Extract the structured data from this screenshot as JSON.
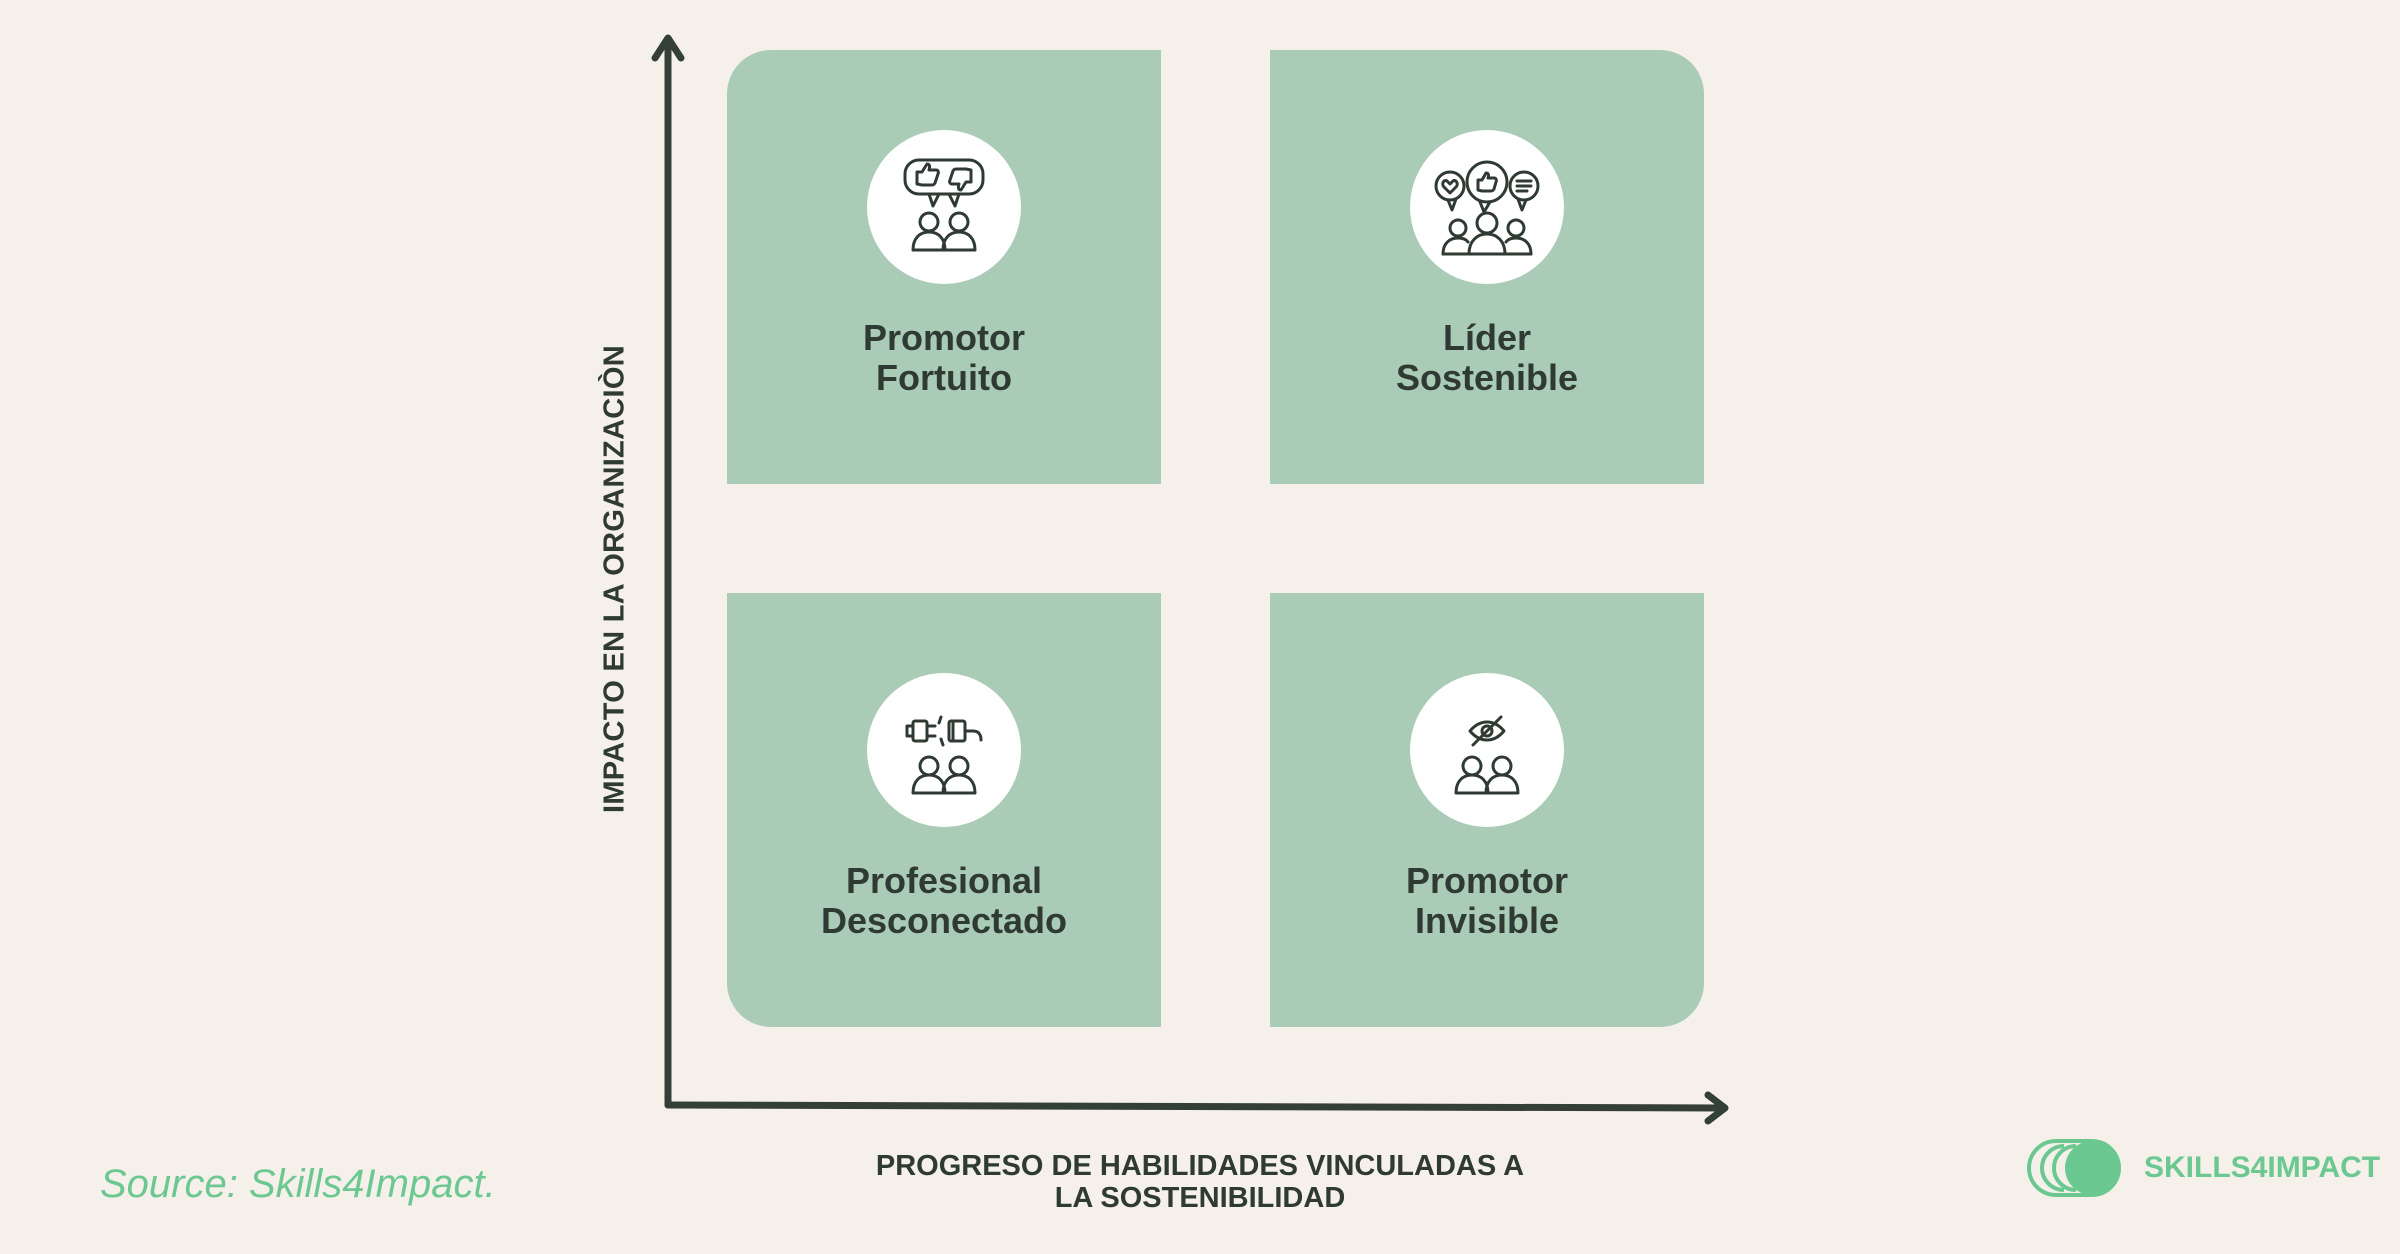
{
  "quadrants": {
    "top_left": {
      "line1": "Promotor",
      "line2": "Fortuito",
      "icon": "thumbs-up-down-people-icon"
    },
    "top_right": {
      "line1": "Líder",
      "line2": "Sostenible",
      "icon": "group-feedback-icon"
    },
    "bottom_left": {
      "line1": "Profesional",
      "line2": "Desconectado",
      "icon": "unplugged-people-icon"
    },
    "bottom_right": {
      "line1": "Promotor",
      "line2": "Invisible",
      "icon": "hidden-eye-people-icon"
    }
  },
  "axes": {
    "y_label": "IMPACTO  EN LA ORGANIZACIÒN",
    "x_label_line1": "PROGRESO DE HABILIDADES VINCULADAS A",
    "x_label_line2": "LA SOSTENIBILIDAD"
  },
  "footer": {
    "source": "Source: Skills4Impact.",
    "brand": "SKILLS4IMPACT",
    "brand_logo_icon": "skills4impact-logo-icon"
  },
  "colors": {
    "background": "#f5f0ea",
    "tile": "#aacbb5",
    "axis": "#333f37",
    "accent": "#6cc891"
  }
}
